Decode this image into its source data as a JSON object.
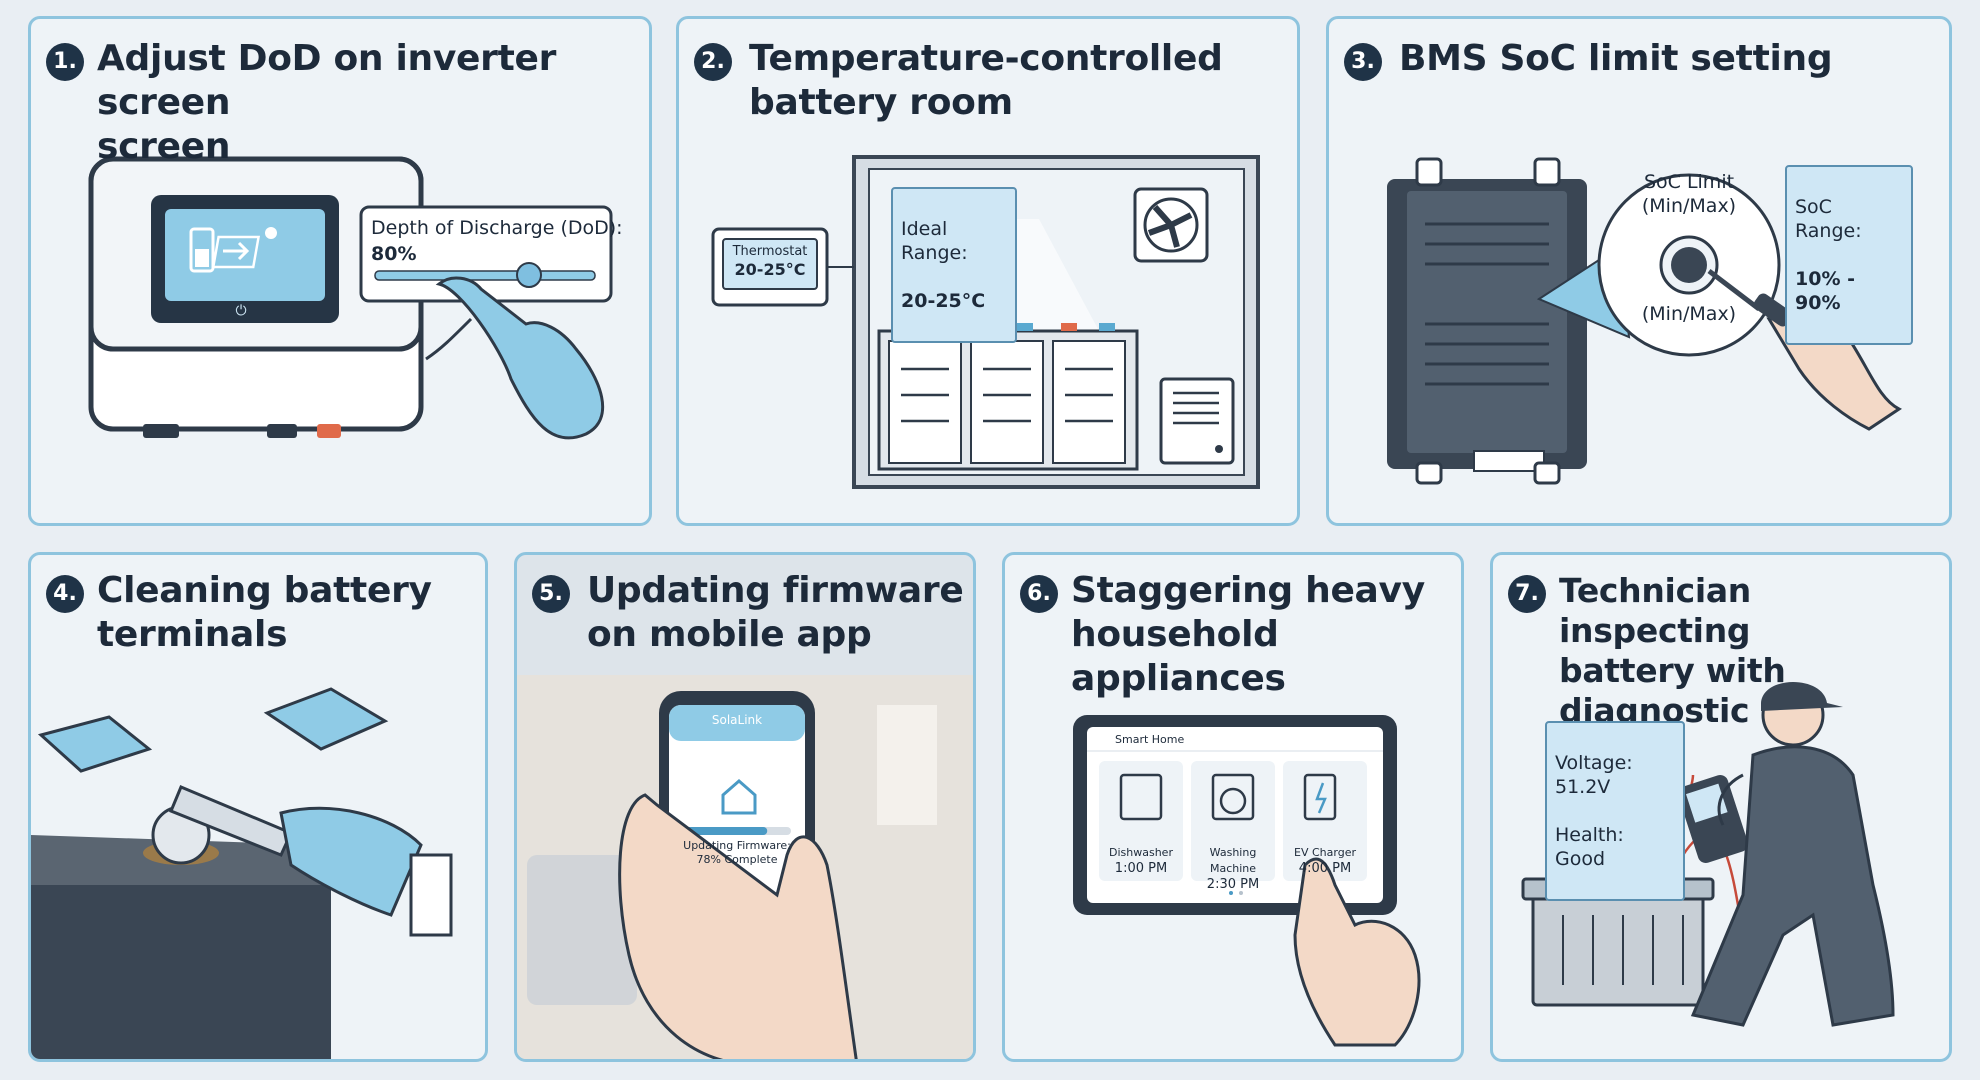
{
  "panels": [
    {
      "num": "1.",
      "title": "Adjust DoD on inverter screen\nscreen",
      "label": "Depth of Discharge (DoD):",
      "value": "80%"
    },
    {
      "num": "2.",
      "title": "Temperature-controlled\nbattery room",
      "range_label": "Ideal Range:",
      "range_value": "20-25°C",
      "thermostat_label": "Thermostat",
      "thermostat_value": "20-25°C"
    },
    {
      "num": "3.",
      "title": "BMS SoC limit setting",
      "soc_limit": "SoC Limit",
      "min_max_top": "(Min/Max)",
      "min_max_bottom": "(Min/Max)",
      "range_label": "SoC Range:",
      "range_value": "10% - 90%"
    },
    {
      "num": "4.",
      "title": "Cleaning battery\nterminals"
    },
    {
      "num": "5.",
      "title": "Updating firmware\non mobile app",
      "app_name": "SolaLink",
      "update_text": "Updating Firmware:",
      "update_pct": "78% Complete",
      "progress": 0.78
    },
    {
      "num": "6.",
      "title": "Staggering heavy\nhousehold appliances",
      "app_name": "Smart Home",
      "appliances": [
        {
          "name": "Dishwasher",
          "time": "1:00 PM"
        },
        {
          "name": "Washing Machine",
          "time": "2:30 PM"
        },
        {
          "name": "EV Charger",
          "time": "4:00 PM"
        }
      ]
    },
    {
      "num": "7.",
      "title": "Technician inspecting\nbattery with diagnostic\ntool",
      "voltage": "Voltage: 51.2V",
      "health": "Health: Good"
    }
  ]
}
